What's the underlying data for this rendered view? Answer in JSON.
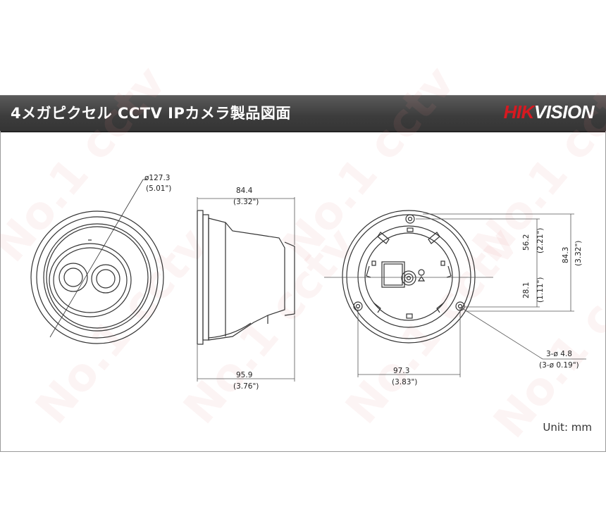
{
  "header": {
    "title": "4メガピクセル CCTV IPカメラ製品図面",
    "brand_red": "HIK",
    "brand_white": "VISION"
  },
  "watermark_text": "No.1 cctv",
  "colors": {
    "header_bg": "#3c3c3c",
    "brand_red": "#d71920",
    "line": "#333333",
    "frame": "#9a9a9a"
  },
  "dimensions": {
    "front_diameter_mm": "ø127.3",
    "front_diameter_in": "(5.01\")",
    "side_depth_mm": "84.4",
    "side_depth_in": "(3.32\")",
    "side_width_mm": "95.9",
    "side_width_in": "(3.76\")",
    "base_width_mm": "97.3",
    "base_width_in": "(3.83\")",
    "upper_offset_mm": "56.2",
    "upper_offset_in": "(2.21\")",
    "lower_offset_mm": "28.1",
    "lower_offset_in": "(1.11\")",
    "total_height_mm": "84.3",
    "total_height_in": "(3.32\")",
    "holes_mm": "3-ø 4.8",
    "holes_in": "(3-ø 0.19\")"
  },
  "unit": "Unit: mm"
}
